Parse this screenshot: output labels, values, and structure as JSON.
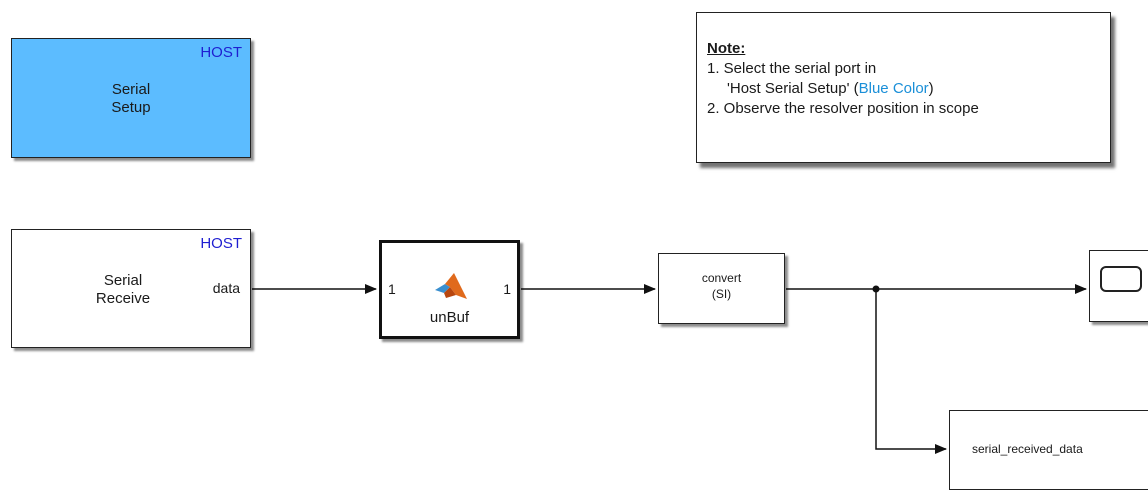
{
  "blocks": {
    "serial_setup": {
      "tag": "HOST",
      "line1": "Serial",
      "line2": "Setup"
    },
    "serial_receive": {
      "tag": "HOST",
      "line1": "Serial",
      "line2": "Receive",
      "output_port": "data"
    },
    "unbuf": {
      "input_port": "1",
      "output_port": "1",
      "name": "unBuf",
      "icon": "matlab-logo-icon"
    },
    "convert": {
      "line1": "convert",
      "line2": "(SI)"
    },
    "scope": {
      "icon": "scope-icon"
    },
    "to_workspace": {
      "label": "serial_received_data"
    }
  },
  "note": {
    "title": "Note:",
    "line1": "1. Select the serial port in",
    "line2_prefix": "'Host Serial Setup' (",
    "line2_highlight": "Blue Color",
    "line2_suffix": ")",
    "line3": "2. Observe the resolver position in scope"
  },
  "colors": {
    "setup_fill": "#5cbcff",
    "host_tag": "#1f1fd1",
    "note_highlight": "#1a8fd8"
  }
}
